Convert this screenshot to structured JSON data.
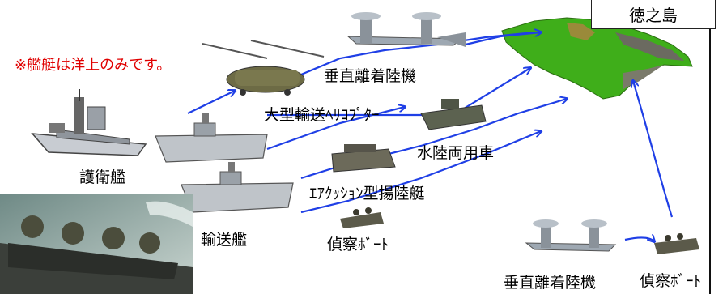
{
  "island": {
    "label": "徳之島"
  },
  "note": "※艦艇は洋上のみです。",
  "labels": {
    "escort_ship": "護衛艦",
    "transport_ship": "輸送艦",
    "vtol_top": "垂直離着陸機",
    "large_heli": "大型輸送ﾍﾘｺﾌﾟﾀｰ",
    "amphibious_vehicle": "水陸両用車",
    "hovercraft": "ｴｱｸｯｼｮﾝ型揚陸艇",
    "recon_boat_center": "偵察ﾎﾞｰﾄ",
    "vtol_bottom": "垂直離着陸機",
    "recon_boat_right": "偵察ﾎﾞｰﾄ"
  },
  "colors": {
    "arrow": "#1f3fe6",
    "island_green": "#3fae1a",
    "note_red": "#e00000"
  }
}
